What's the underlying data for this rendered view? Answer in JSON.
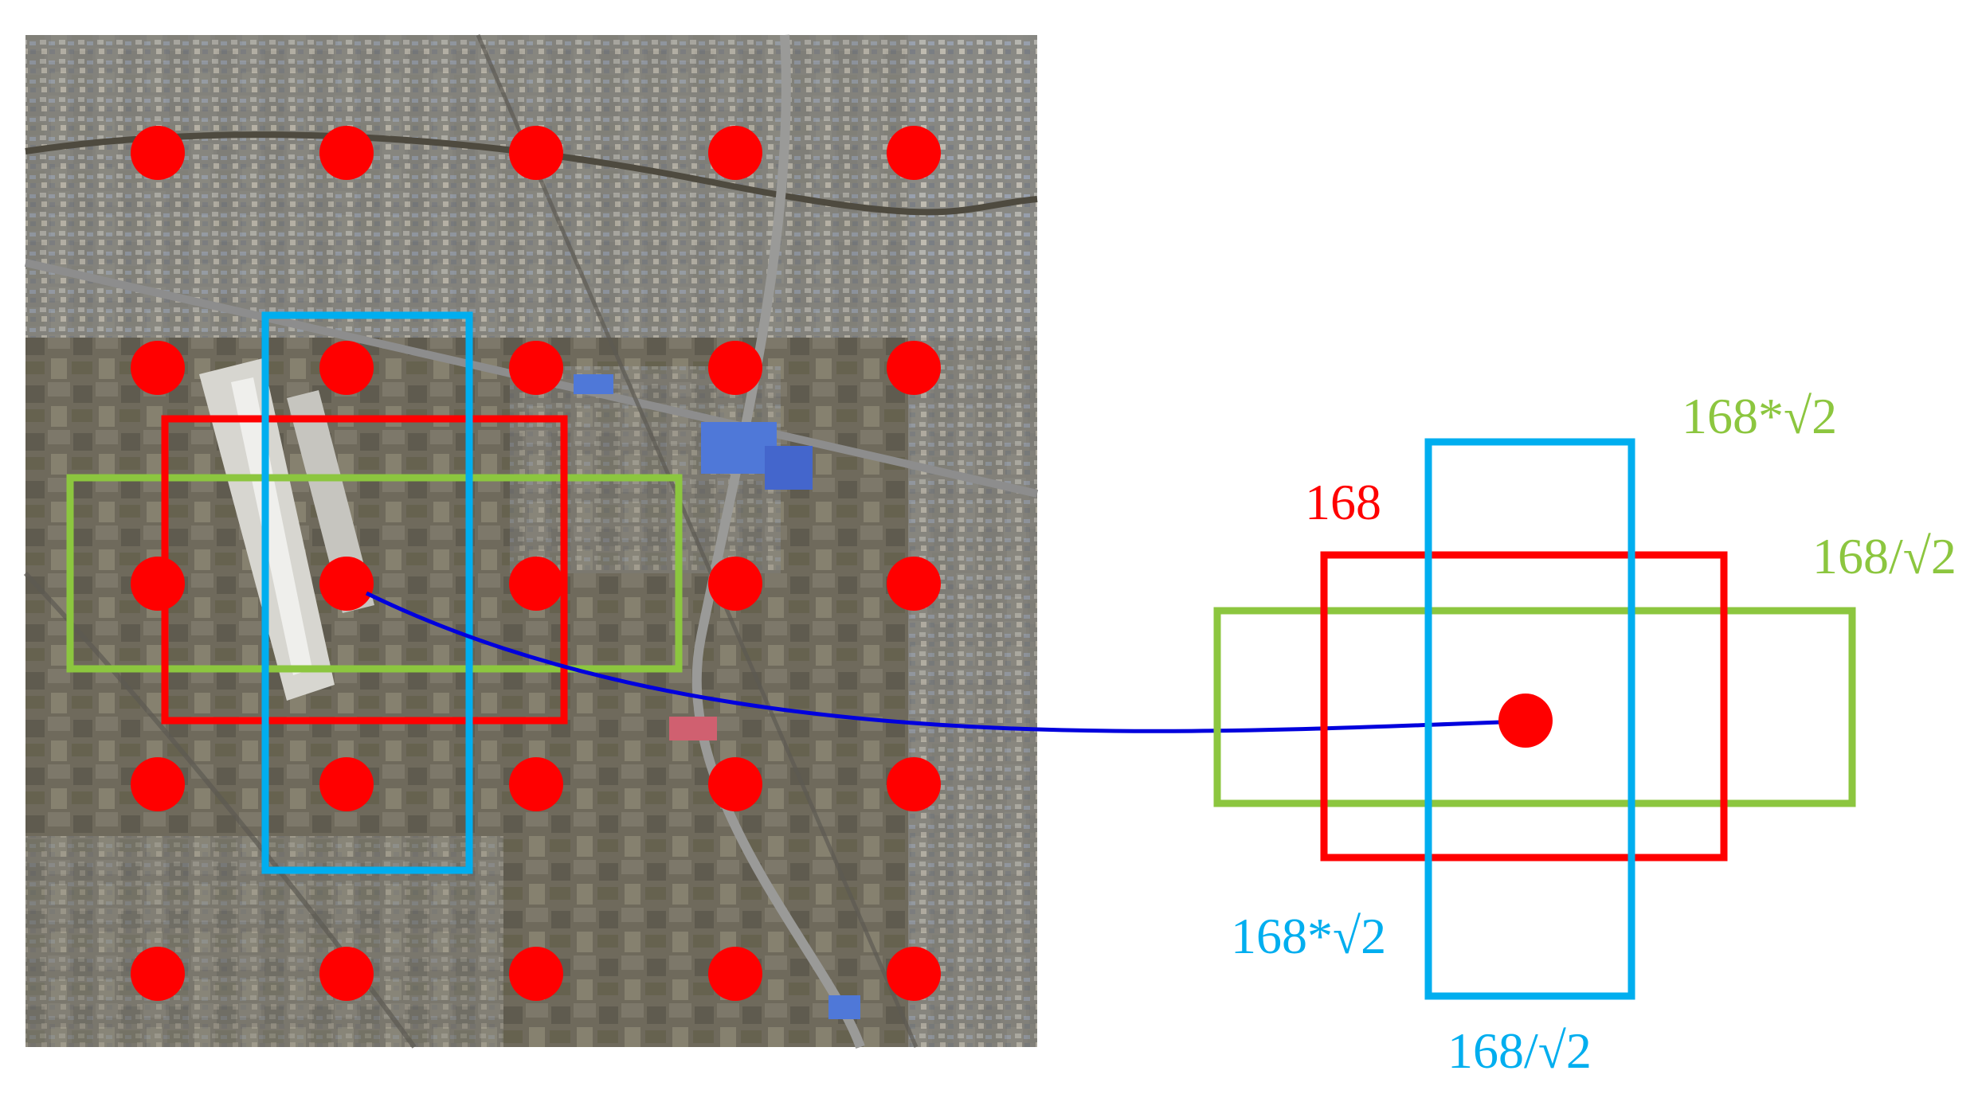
{
  "colors": {
    "anchor_point": "#ff0000",
    "box_square": "#ff0000",
    "box_tall": "#00aeef",
    "box_wide": "#8cc63f",
    "connector": "#0000dd",
    "background": "#ffffff"
  },
  "satellite_image": {
    "anchor_grid": {
      "rows": 5,
      "cols": 5
    },
    "highlighted_anchor": {
      "row": 2,
      "col": 1
    }
  },
  "detail": {
    "labels": {
      "square_side": "168",
      "wide_width": "168*√2",
      "wide_height": "168/√2",
      "tall_height": "168*√2",
      "tall_width": "168/√2"
    }
  }
}
